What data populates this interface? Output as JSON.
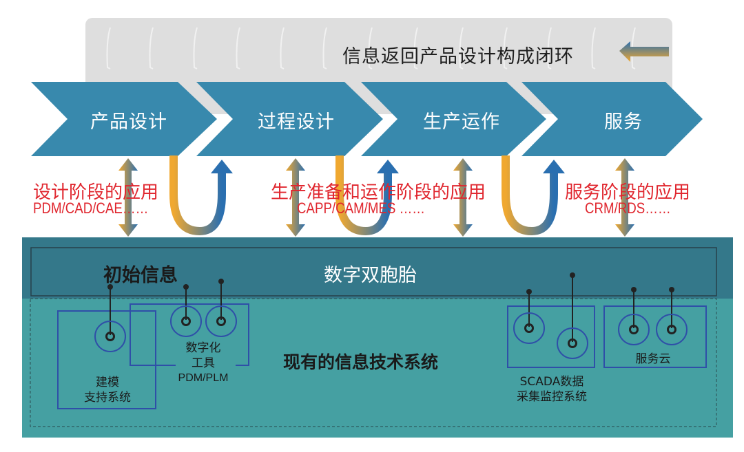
{
  "feedback_loop": {
    "text": "信息返回产品设计构成闭环",
    "arrow_icon": "left-arrow-icon"
  },
  "stages": [
    {
      "label": "产品设计"
    },
    {
      "label": "过程设计"
    },
    {
      "label": "生产运作"
    },
    {
      "label": "服务"
    }
  ],
  "applications": [
    {
      "title": "设计阶段的应用",
      "systems": "PDM/CAD/CAE……"
    },
    {
      "title": "生产准备和运作阶段的应用",
      "systems": "CAPP/CAM/MES ……"
    },
    {
      "title": "服务阶段的应用",
      "systems": "CRM/RDS……"
    }
  ],
  "digital_twin": {
    "initial_info": "初始信息",
    "title": "数字双胞胎"
  },
  "it_systems": {
    "title": "现有的信息技术系统",
    "modeling": {
      "line1": "建模",
      "line2": "支持系统"
    },
    "digital_tools": {
      "line1": "数字化",
      "line2": "工具",
      "line3": "PDM/PLM"
    },
    "scada": {
      "line1": "SCADA数据",
      "line2": "采集监控系统"
    },
    "service_cloud": {
      "label": "服务云"
    }
  },
  "colors": {
    "chevron": "#3889ad",
    "loop_bg": "#dedede",
    "twin_band": "#34788a",
    "it_band": "#45a0a2",
    "app_text": "#e0262e",
    "arrow_orange": "#f0a830",
    "arrow_blue": "#2a6fb0",
    "system_box": "#2f4fa8"
  }
}
